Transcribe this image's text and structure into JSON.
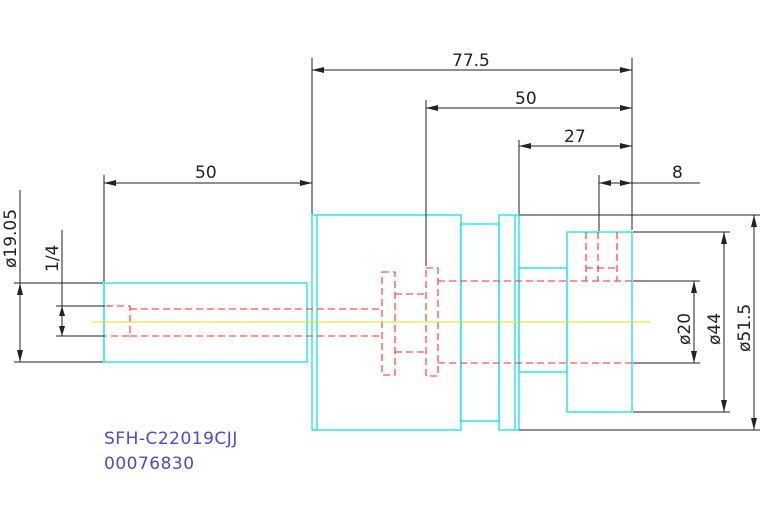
{
  "dimensions": {
    "overall_length": "77.5",
    "length_50_right": "50",
    "length_27": "27",
    "length_8": "8",
    "length_50_left": "50",
    "dia_19_05": "ø19.05",
    "frac_1_4": "1/4",
    "dia_20": "ø20",
    "dia_44": "ø44",
    "dia_51_5": "ø51.5"
  },
  "labels": {
    "part_code": "SFH-C22019CJJ",
    "part_number": "00076830"
  },
  "colors": {
    "part_outline": "#00e0e0",
    "hidden_lines": "#ff2a2a",
    "centerline": "#e6e600",
    "dimension_lines": "#222222",
    "label_text": "#4a4ad8"
  }
}
